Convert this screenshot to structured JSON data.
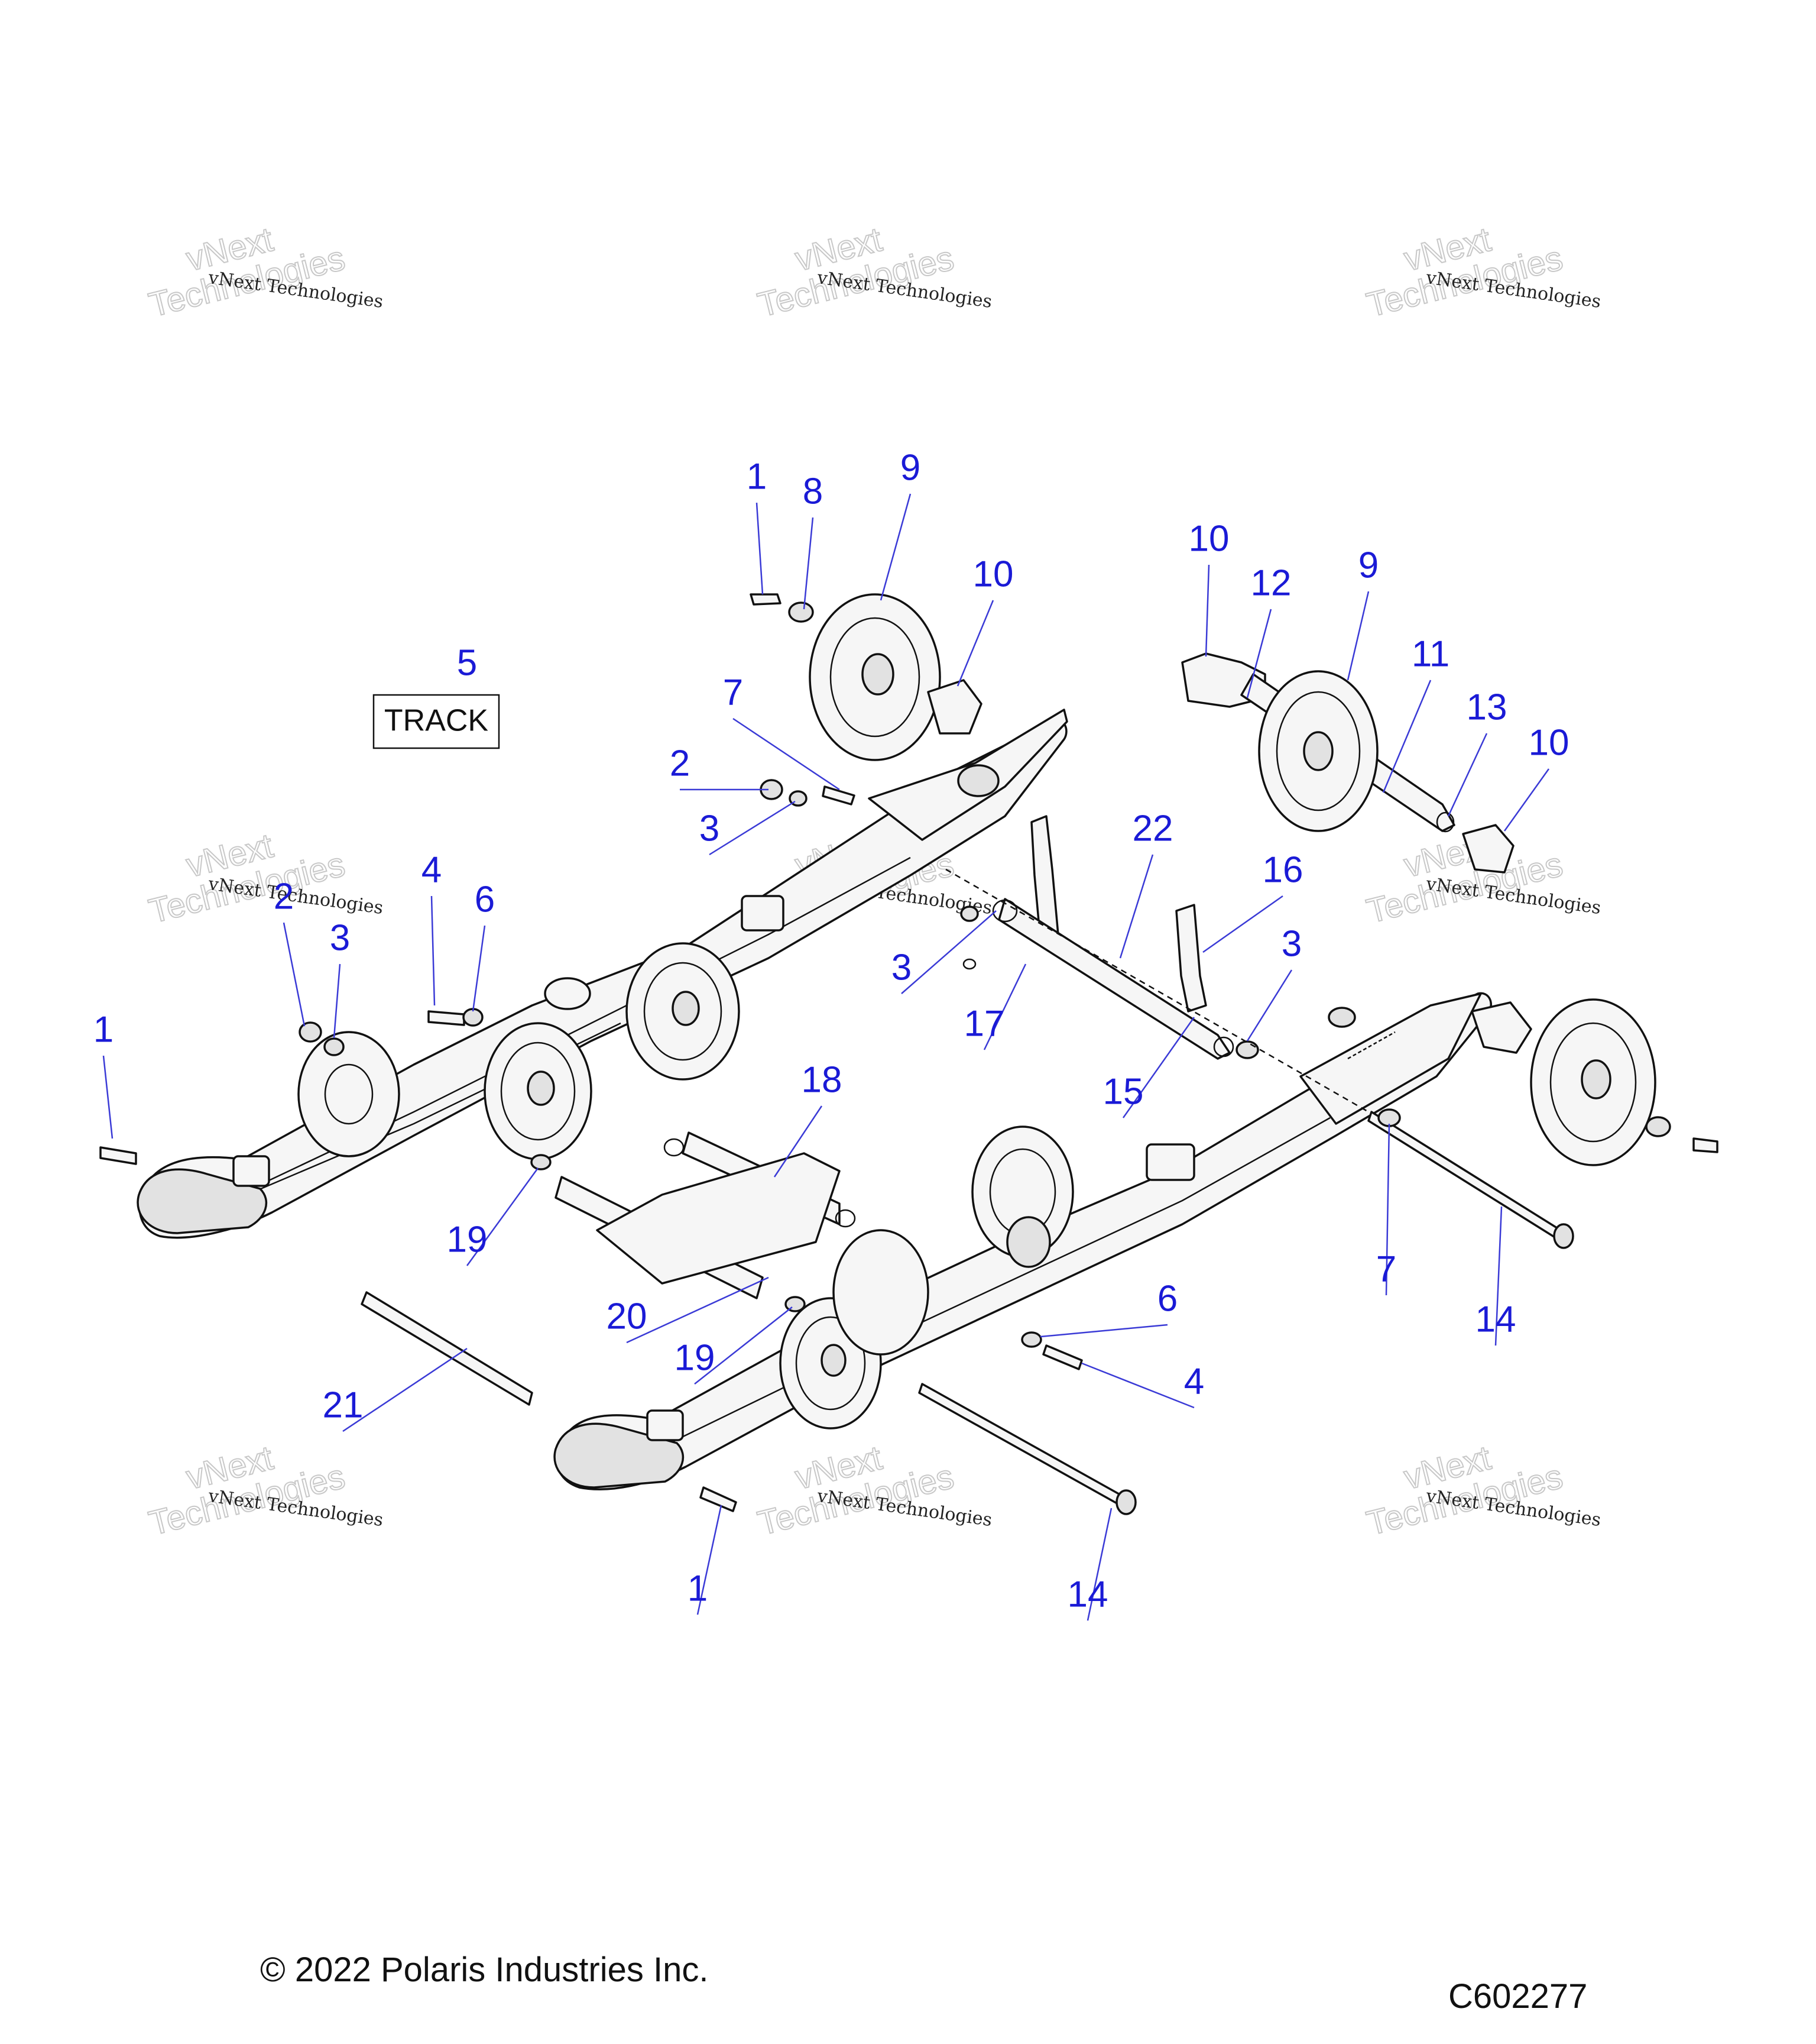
{
  "diagram": {
    "callouts": [
      {
        "label": "1",
        "id": "c1a"
      },
      {
        "label": "8",
        "id": "c8"
      },
      {
        "label": "9",
        "id": "c9a"
      },
      {
        "label": "10",
        "id": "c10a"
      },
      {
        "label": "7",
        "id": "c7a"
      },
      {
        "label": "5",
        "id": "c5"
      },
      {
        "label": "2",
        "id": "c2a"
      },
      {
        "label": "3",
        "id": "c3a"
      },
      {
        "label": "10",
        "id": "c10b"
      },
      {
        "label": "12",
        "id": "c12"
      },
      {
        "label": "9",
        "id": "c9b"
      },
      {
        "label": "11",
        "id": "c11"
      },
      {
        "label": "13",
        "id": "c13"
      },
      {
        "label": "10",
        "id": "c10c"
      },
      {
        "label": "22",
        "id": "c22"
      },
      {
        "label": "16",
        "id": "c16"
      },
      {
        "label": "3",
        "id": "c3b"
      },
      {
        "label": "3",
        "id": "c3c"
      },
      {
        "label": "17",
        "id": "c17"
      },
      {
        "label": "15",
        "id": "c15"
      },
      {
        "label": "4",
        "id": "c4a"
      },
      {
        "label": "6",
        "id": "c6a"
      },
      {
        "label": "2",
        "id": "c2b"
      },
      {
        "label": "3",
        "id": "c3d"
      },
      {
        "label": "1",
        "id": "c1b"
      },
      {
        "label": "18",
        "id": "c18"
      },
      {
        "label": "19",
        "id": "c19a"
      },
      {
        "label": "20",
        "id": "c20"
      },
      {
        "label": "19",
        "id": "c19b"
      },
      {
        "label": "21",
        "id": "c21"
      },
      {
        "label": "6",
        "id": "c6b"
      },
      {
        "label": "4",
        "id": "c4b"
      },
      {
        "label": "7",
        "id": "c7b"
      },
      {
        "label": "14",
        "id": "c14a"
      },
      {
        "label": "1",
        "id": "c1c"
      },
      {
        "label": "14",
        "id": "c14b"
      }
    ],
    "track_label": "TRACK",
    "watermark": {
      "line1": "vNext Technologies",
      "line2": "vNext\nTechnologies"
    },
    "copyright": "© 2022 Polaris Industries Inc.",
    "figure_code": "C602277"
  }
}
